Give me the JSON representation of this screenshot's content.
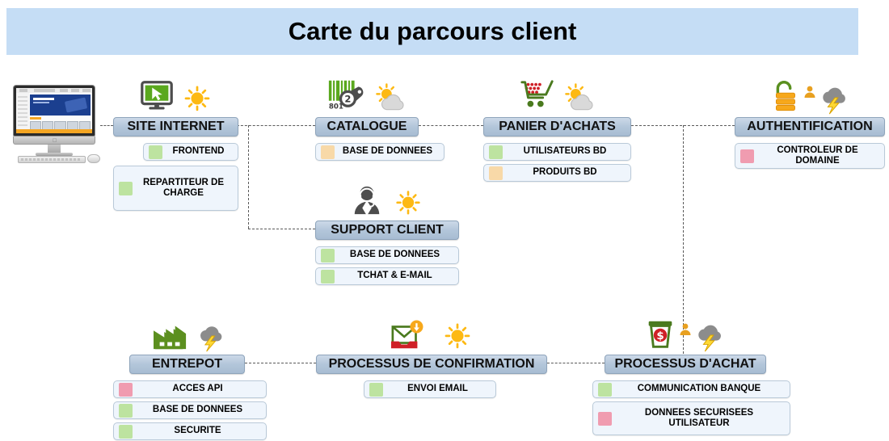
{
  "header": {
    "title": "Carte du parcours client",
    "banner_color": "#c5ddf5"
  },
  "palette": {
    "green": "#bde3a0",
    "orange": "#f8d9a8",
    "pink": "#f09cb0",
    "header_box": "#b3c6da",
    "item_box": "#eff5fc",
    "line": "#5a5a5a"
  },
  "illustration": {
    "name": "imac-desktop-computer"
  },
  "nodes": [
    {
      "id": "site-internet",
      "title": "SITE INTERNET",
      "icons": [
        "monitor-cursor-icon",
        "weather-sun-icon"
      ],
      "items": [
        {
          "label": "FRONTEND",
          "color": "green"
        },
        {
          "label": "REPARTITEUR DE CHARGE",
          "color": "green"
        }
      ]
    },
    {
      "id": "catalogue",
      "title": "CATALOGUE",
      "icons": [
        "barcode-tag-icon",
        "weather-sun-cloud-icon"
      ],
      "items": [
        {
          "label": "BASE DE DONNEES",
          "color": "orange"
        }
      ]
    },
    {
      "id": "panier-d-achats",
      "title": "PANIER D'ACHATS",
      "icons": [
        "shopping-cart-icon",
        "weather-sun-cloud-icon"
      ],
      "items": [
        {
          "label": "UTILISATEURS BD",
          "color": "green"
        },
        {
          "label": "PRODUITS BD",
          "color": "orange"
        }
      ]
    },
    {
      "id": "authentification",
      "title": "AUTHENTIFICATION",
      "icons": [
        "unlocked-padlock-server-icon",
        "user-icon",
        "weather-storm-cloud-icon"
      ],
      "items": [
        {
          "label": "CONTROLEUR DE DOMAINE",
          "color": "pink"
        }
      ]
    },
    {
      "id": "support-client",
      "title": "SUPPORT CLIENT",
      "icons": [
        "headset-agent-icon",
        "weather-sun-icon"
      ],
      "items": [
        {
          "label": "BASE DE DONNEES",
          "color": "green"
        },
        {
          "label": "TCHAT & E-MAIL",
          "color": "green"
        }
      ]
    },
    {
      "id": "entrepot",
      "title": "ENTREPOT",
      "icons": [
        "factory-warehouse-icon",
        "weather-storm-cloud-icon"
      ],
      "items": [
        {
          "label": "ACCES API",
          "color": "pink"
        },
        {
          "label": "BASE DE DONNEES",
          "color": "green"
        },
        {
          "label": "SECURITE",
          "color": "green"
        }
      ]
    },
    {
      "id": "processus-de-confirmation",
      "title": "PROCESSUS DE CONFIRMATION",
      "icons": [
        "email-received-icon",
        "weather-sun-icon"
      ],
      "items": [
        {
          "label": "ENVOI EMAIL",
          "color": "green"
        }
      ]
    },
    {
      "id": "processus-d-achat",
      "title": "PROCESSUS D'ACHAT",
      "icons": [
        "atm-cash-dollar-icon",
        "user-icon",
        "weather-storm-cloud-icon"
      ],
      "items": [
        {
          "label": "COMMUNICATION BANQUE",
          "color": "green"
        },
        {
          "label": "DONNEES SECURISEES UTILISATEUR",
          "color": "pink"
        }
      ]
    }
  ]
}
